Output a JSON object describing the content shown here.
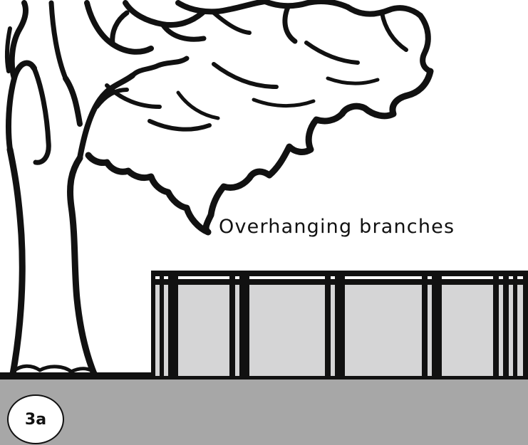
{
  "callout": {
    "label": "Overhanging branches"
  },
  "badge": {
    "label": "3a"
  },
  "colors": {
    "ground": "#a7a7a7",
    "fence_panel": "#d5d5d6",
    "ink": "#111111",
    "background": "#ffffff"
  },
  "elements": [
    "tree-icon",
    "fence-icon",
    "ground"
  ]
}
